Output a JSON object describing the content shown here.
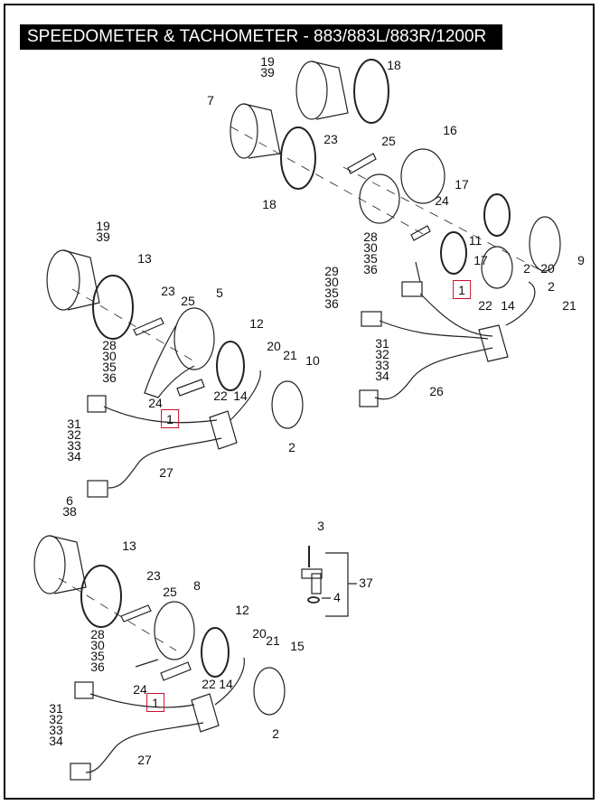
{
  "title": "SPEEDOMETER & TACHOMETER - 883/883L/883R/1200R",
  "colors": {
    "highlight_box": "#c8102e",
    "title_bar": "#000000"
  },
  "callouts": [
    "19\n39",
    "18",
    "7",
    "23",
    "25",
    "16",
    "18",
    "24",
    "17",
    "28\n30\n35\n36",
    "11",
    "17",
    "9",
    "2",
    "20",
    "2",
    "21",
    "1",
    "29\n30\n35\n36",
    "22",
    "14",
    "31\n32\n33\n34",
    "26",
    "19\n39",
    "13",
    "23",
    "25",
    "5",
    "12",
    "28\n30\n35\n36",
    "20",
    "21",
    "10",
    "24",
    "22",
    "14",
    "1",
    "31\n32\n33\n34",
    "2",
    "27",
    "6\n38",
    "13",
    "3",
    "23",
    "25",
    "8",
    "37",
    "4",
    "12",
    "28\n30\n35\n36",
    "20",
    "21",
    "15",
    "24",
    "22",
    "14",
    "1",
    "31\n32\n33\n34",
    "2",
    "27"
  ]
}
